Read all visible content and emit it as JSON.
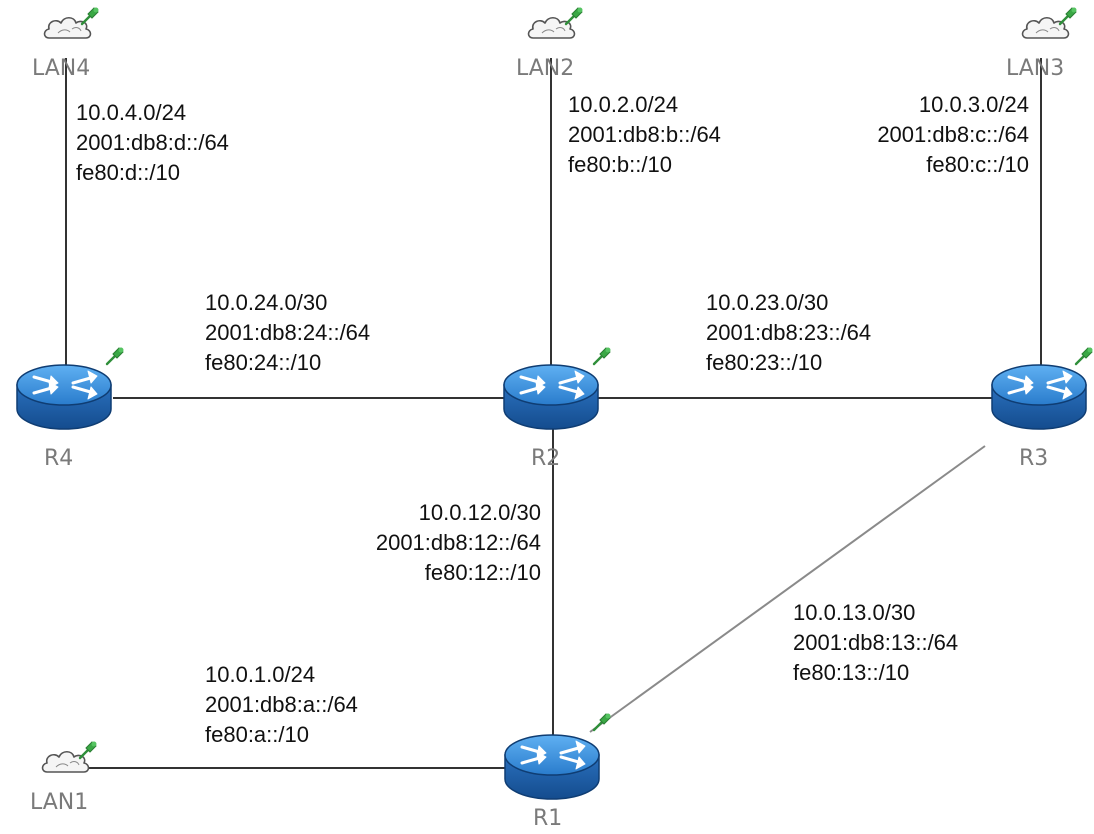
{
  "nodes": {
    "lan1": {
      "name": "LAN1"
    },
    "lan2": {
      "name": "LAN2"
    },
    "lan3": {
      "name": "LAN3"
    },
    "lan4": {
      "name": "LAN4"
    },
    "r1": {
      "name": "R1"
    },
    "r2": {
      "name": "R2"
    },
    "r3": {
      "name": "R3"
    },
    "r4": {
      "name": "R4"
    }
  },
  "links": {
    "lan4_r4": {
      "ipv4": "10.0.4.0/24",
      "ipv6": "2001:db8:d::/64",
      "link_local": "fe80:d::/10"
    },
    "lan2_r2": {
      "ipv4": "10.0.2.0/24",
      "ipv6": "2001:db8:b::/64",
      "link_local": "fe80:b::/10"
    },
    "lan3_r3": {
      "ipv4": "10.0.3.0/24",
      "ipv6": "2001:db8:c::/64",
      "link_local": "fe80:c::/10"
    },
    "r4_r2": {
      "ipv4": "10.0.24.0/30",
      "ipv6": "2001:db8:24::/64",
      "link_local": "fe80:24::/10"
    },
    "r2_r3": {
      "ipv4": "10.0.23.0/30",
      "ipv6": "2001:db8:23::/64",
      "link_local": "fe80:23::/10"
    },
    "r2_r1": {
      "ipv4": "10.0.12.0/30",
      "ipv6": "2001:db8:12::/64",
      "link_local": "fe80:12::/10"
    },
    "r3_r1": {
      "ipv4": "10.0.13.0/30",
      "ipv6": "2001:db8:13::/64",
      "link_local": "fe80:13::/10"
    },
    "lan1_r1": {
      "ipv4": "10.0.1.0/24",
      "ipv6": "2001:db8:a::/64",
      "link_local": "fe80:a::/10"
    }
  },
  "colors": {
    "router_body": "#2f7fd0",
    "router_top": "#3d97e6",
    "link_line": "#333333",
    "node_label": "#7a7a7a",
    "pin": "#3aa845"
  },
  "icons": {
    "router": "router-icon",
    "lan": "cloud-icon",
    "status": "green-pin-icon"
  }
}
